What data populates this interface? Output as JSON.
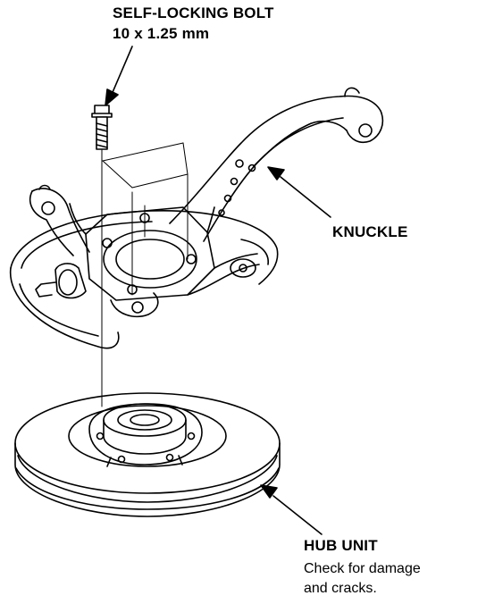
{
  "labels": {
    "bolt_title": "SELF-LOCKING BOLT",
    "bolt_size": "10 x 1.25 mm",
    "knuckle": "KNUCKLE",
    "hub_title": "HUB UNIT",
    "hub_note_line1": "Check for damage",
    "hub_note_line2": "and cracks."
  },
  "colors": {
    "ink": "#000000",
    "paper": "#ffffff"
  }
}
